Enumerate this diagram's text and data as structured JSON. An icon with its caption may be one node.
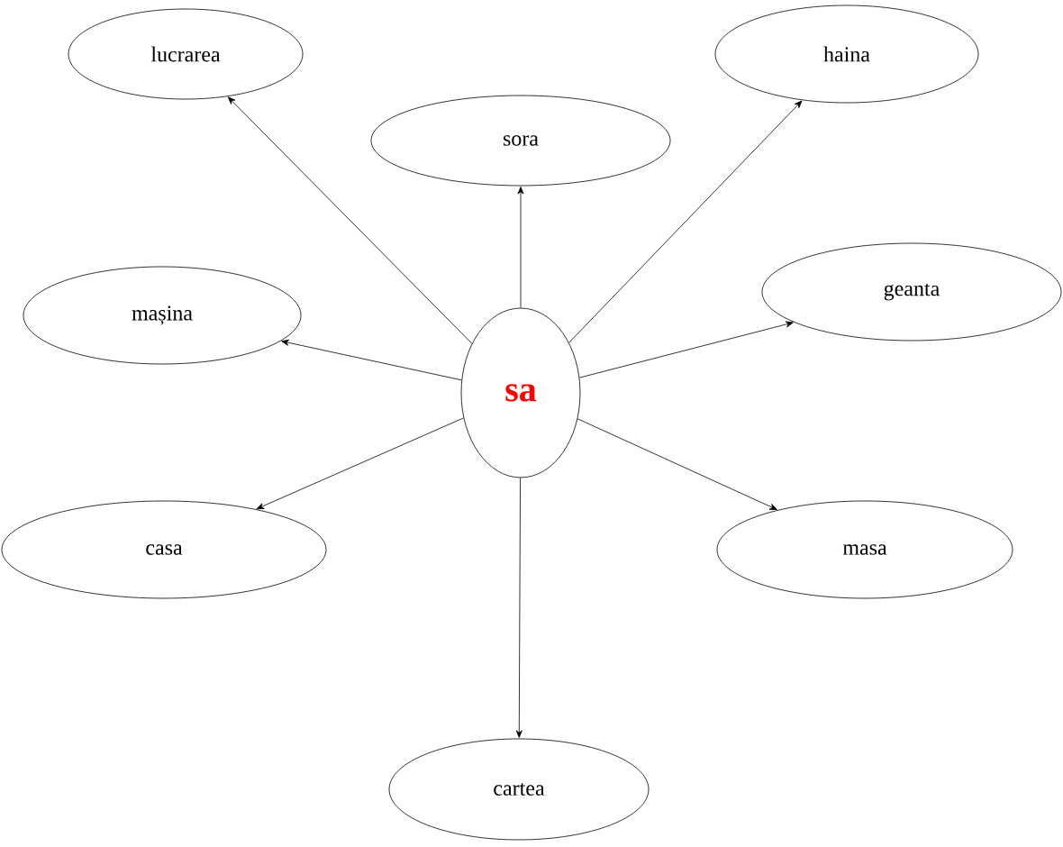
{
  "diagram": {
    "nodes": [
      {
        "text": [
          "lucrarea"
        ]
      },
      {
        "text": [
          "haina"
        ]
      },
      {
        "text": [
          "sora"
        ]
      },
      {
        "text": [
          "geanta"
        ]
      },
      {
        "text": [
          "mașina"
        ]
      },
      {
        "text": [
          "sa"
        ]
      },
      {
        "text": [
          "casa"
        ]
      },
      {
        "text": [
          "masa"
        ]
      },
      {
        "text": [
          "cartea"
        ]
      }
    ],
    "edges": [
      {
        "from": 5,
        "to": 0,
        "arrow": "to"
      },
      {
        "from": 5,
        "to": 1,
        "arrow": "to"
      },
      {
        "from": 5,
        "to": 2,
        "arrow": "to"
      },
      {
        "from": 5,
        "to": 3,
        "arrow": "to"
      },
      {
        "from": 5,
        "to": 4,
        "arrow": "to"
      },
      {
        "from": 5,
        "to": 6,
        "arrow": "to"
      },
      {
        "from": 5,
        "to": 7,
        "arrow": "to"
      },
      {
        "from": 5,
        "to": 8,
        "arrow": "to"
      }
    ]
  }
}
